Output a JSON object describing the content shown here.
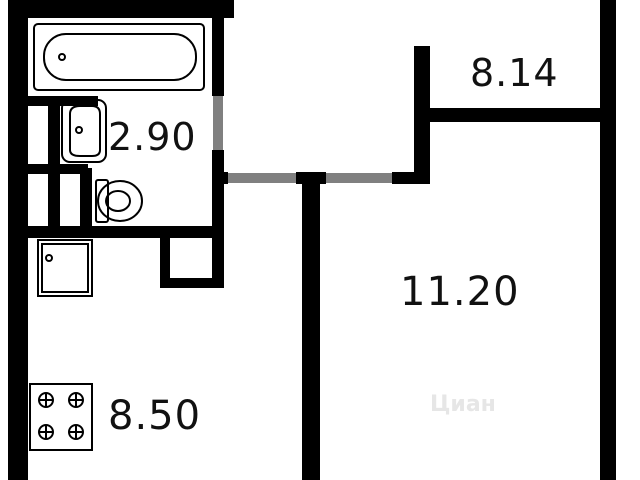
{
  "rooms": {
    "bathroom": {
      "area": "2.90"
    },
    "balcony": {
      "area": "8.14"
    },
    "living_room": {
      "area": "11.20"
    },
    "kitchen": {
      "area": "8.50"
    }
  },
  "watermark": {
    "text": "Циан"
  },
  "colors": {
    "wall": "#000000",
    "door_opening": "#808080",
    "background": "#ffffff"
  },
  "icons": [
    "bathtub-icon",
    "sink-icon",
    "toilet-icon",
    "stove-icon",
    "washer-icon"
  ]
}
